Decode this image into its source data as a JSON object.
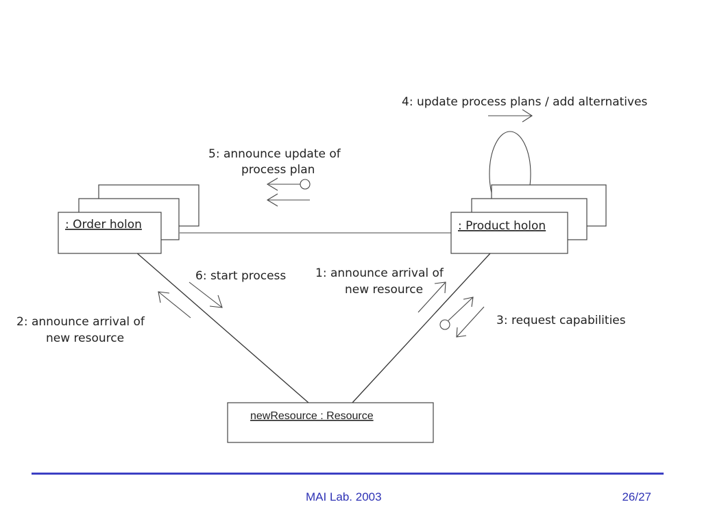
{
  "diagram": {
    "order_holon": ": Order holon",
    "product_holon": ": Product holon",
    "resource": "newResource : Resource",
    "messages": {
      "m4": "4: update process plans / add alternatives",
      "m5_line1": "5: announce update of",
      "m5_line2": "process plan",
      "m6": "6: start process",
      "m1_line1": "1: announce arrival of",
      "m1_line2": "new resource",
      "m2_line1": "2: announce arrival of",
      "m2_line2": "new resource",
      "m3": "3: request capabilities"
    }
  },
  "footer": {
    "center": "MAI Lab. 2003",
    "page": "26/27"
  },
  "colors": {
    "accent": "#3b3fc4",
    "footer_text": "#2e32b5"
  }
}
